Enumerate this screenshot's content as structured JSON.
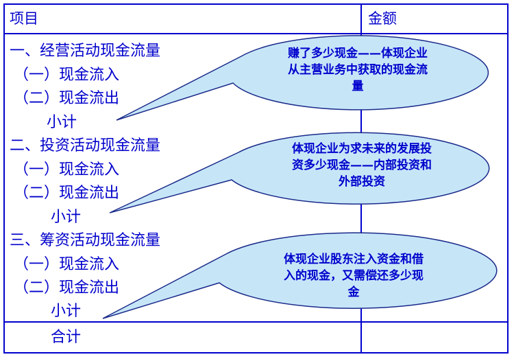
{
  "header": {
    "item": "项目",
    "amount": "金额"
  },
  "rows": [
    {
      "label": "一、经营活动现金流量"
    },
    {
      "label": "（一）现金流入"
    },
    {
      "label": "（二）现金流出"
    },
    {
      "label": "小计"
    },
    {
      "label": "二、投资活动现金流量"
    },
    {
      "label": "（一）现金流入"
    },
    {
      "label": "（二）现金流出"
    },
    {
      "label": "小计"
    },
    {
      "label": "三、筹资活动现金流量"
    },
    {
      "label": "（一）现金流入"
    },
    {
      "label": "（二）现金流出"
    },
    {
      "label": "小计"
    }
  ],
  "total": {
    "label": "合计"
  },
  "callouts": [
    {
      "lines": [
        "赚了多少现金——体现企业",
        "从主营业务中获取的现金流",
        "量"
      ]
    },
    {
      "lines": [
        "体现企业为求未来的发展投",
        "资多少现金——内部投资和",
        "外部投资"
      ]
    },
    {
      "lines": [
        "体现企业股东注入资金和借",
        "入的现金，又需偿还多少现",
        "金"
      ]
    }
  ],
  "colors": {
    "line": "#0000cc",
    "text": "#0000cc",
    "bubble_fill": "#c6e6f8",
    "bubble_stroke": "#1a2a8a"
  }
}
